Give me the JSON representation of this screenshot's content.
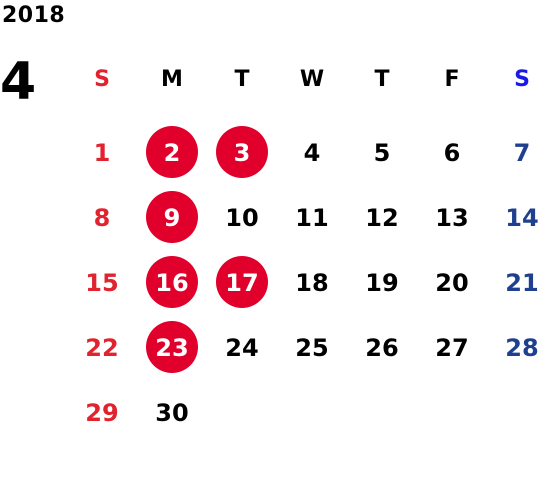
{
  "calendar": {
    "year": "2018",
    "month": "4",
    "weekdays": [
      "S",
      "M",
      "T",
      "W",
      "T",
      "F",
      "S"
    ],
    "weeks": [
      [
        "1",
        "2",
        "3",
        "4",
        "5",
        "6",
        "7"
      ],
      [
        "8",
        "9",
        "10",
        "11",
        "12",
        "13",
        "14"
      ],
      [
        "15",
        "16",
        "17",
        "18",
        "19",
        "20",
        "21"
      ],
      [
        "22",
        "23",
        "24",
        "25",
        "26",
        "27",
        "28"
      ],
      [
        "29",
        "30",
        "",
        "",
        "",
        "",
        ""
      ]
    ],
    "highlighted_days": [
      "2",
      "3",
      "9",
      "16",
      "17",
      "23"
    ]
  },
  "colors": {
    "sunday": "#e0232e",
    "saturday_header": "#1a1ae6",
    "saturday": "#1f3f8f",
    "weekday": "#000000",
    "highlight_circle": "#e0002b",
    "highlight_text": "#ffffff"
  }
}
